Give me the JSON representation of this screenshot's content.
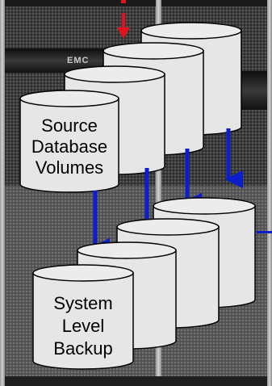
{
  "diagram": {
    "brand_label": "EMC",
    "source_volumes": {
      "label_lines": [
        "Source",
        "Database",
        "Volumes"
      ]
    },
    "backup_volumes": {
      "label_lines": [
        "System",
        "Level",
        "Backup"
      ]
    },
    "colors": {
      "flow_arrow": "#0a1fc9",
      "top_arrow": "#e3121b",
      "cylinder_fill": "#e6e6e6",
      "cylinder_stroke": "#000000",
      "cabinet_dark": "#2a2a2a",
      "cabinet_light": "#6a6a6a"
    }
  }
}
